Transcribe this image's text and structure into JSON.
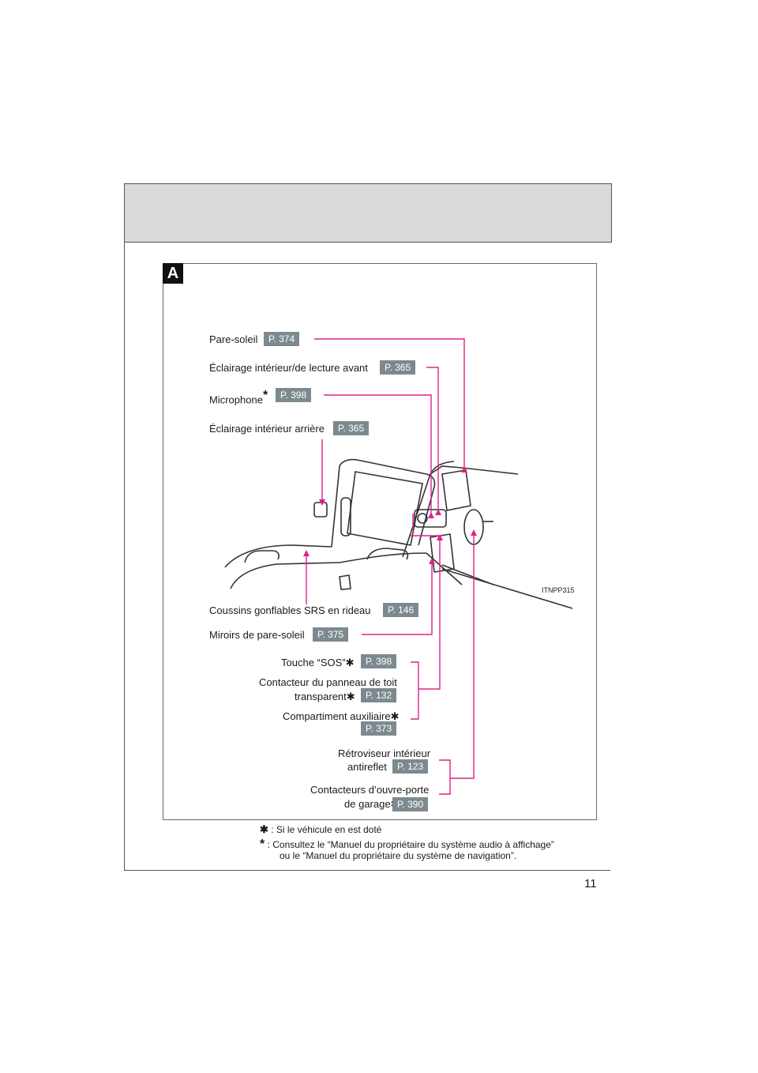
{
  "section": {
    "tag": "A"
  },
  "callouts": {
    "pare_soleil": {
      "label": "Pare-soleil",
      "page": "P. 374"
    },
    "eclairage_avant": {
      "label": "Éclairage intérieur/de lecture avant",
      "page": "P. 365"
    },
    "microphone": {
      "label": "Microphone",
      "mark": "*",
      "page": "P. 398"
    },
    "eclairage_arriere": {
      "label": "Éclairage intérieur arrière",
      "page": "P. 365"
    },
    "coussins": {
      "label": "Coussins gonflables SRS en rideau",
      "page": "P. 146"
    },
    "miroirs": {
      "label": "Miroirs de pare-soleil",
      "page": "P. 375"
    },
    "touche_sos": {
      "label": "Touche “SOS”",
      "mark": "✱",
      "page": "P. 398"
    },
    "contacteur_toit_1": {
      "label": "Contacteur du panneau de toit"
    },
    "contacteur_toit_2": {
      "label": "transparent",
      "mark": "✱",
      "page": "P. 132"
    },
    "compartiment": {
      "label": "Compartiment auxiliaire",
      "mark": "✱",
      "page": "P. 373"
    },
    "retroviseur_1": {
      "label": "Rétroviseur intérieur"
    },
    "retroviseur_2": {
      "label": "antireflet",
      "page": "P. 123"
    },
    "garage_1": {
      "label": "Contacteurs d’ouvre-porte"
    },
    "garage_2": {
      "label": "de garage",
      "mark": "✱",
      "page": "P. 390"
    }
  },
  "figure_id": "ITNPP315",
  "footnotes": {
    "note1_mark": "✱",
    "note1": ": Si le véhicule en est doté",
    "note2_mark": "*",
    "note2_line1": ":  Consultez le “Manuel du propriétaire du système audio à affichage”",
    "note2_line2": "ou le “Manuel du propriétaire du système de navigation”."
  },
  "page_number": "11",
  "colors": {
    "leader": "#e0208a",
    "badge": "#7c8a90",
    "header": "#d9d9d9"
  }
}
